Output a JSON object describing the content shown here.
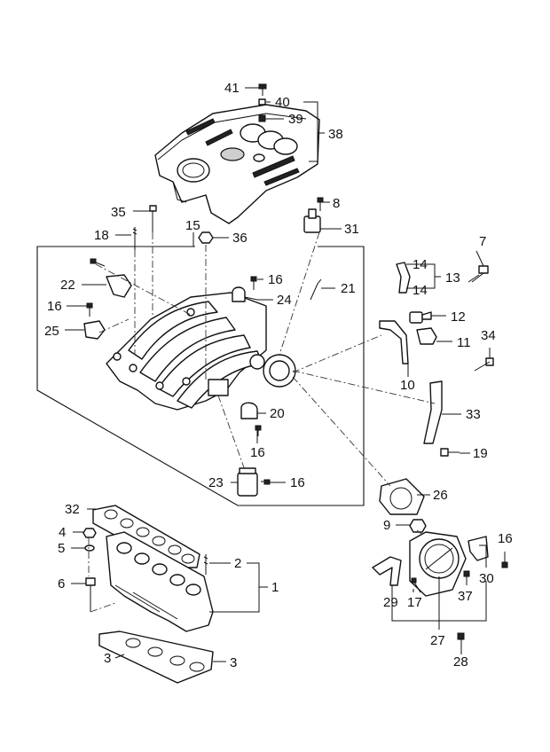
{
  "diagram": {
    "callouts": [
      "41",
      "40",
      "39",
      "38",
      "8",
      "31",
      "35",
      "15",
      "36",
      "18",
      "7",
      "14",
      "13",
      "14",
      "22",
      "16",
      "24",
      "21",
      "16",
      "25",
      "12",
      "11",
      "34",
      "10",
      "33",
      "20",
      "16",
      "19",
      "23",
      "16",
      "26",
      "32",
      "9",
      "4",
      "2",
      "5",
      "16",
      "30",
      "6",
      "1",
      "29",
      "17",
      "37",
      "27",
      "3",
      "3",
      "28"
    ]
  }
}
